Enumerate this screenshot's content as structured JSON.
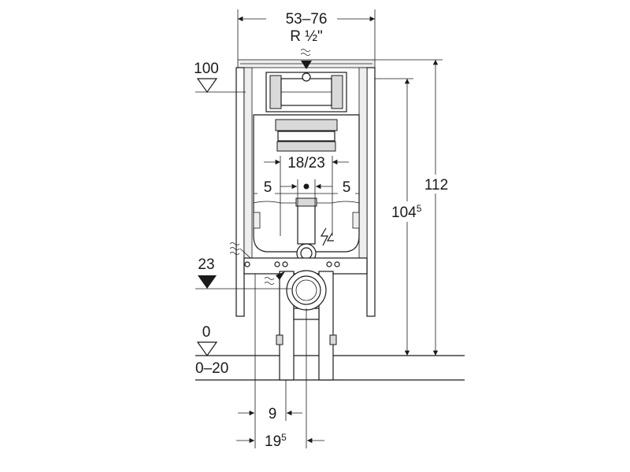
{
  "dimensions": {
    "frame_width": "53–76",
    "connection": "R ½\"",
    "level_top": "100",
    "level_mid": "23",
    "level_floor": "0",
    "floor_range": "0–20",
    "height_total": "112",
    "height_frame_main": "104",
    "height_frame_sup": "5",
    "anchor_spacing": "18/23",
    "offset_left": "5",
    "offset_right": "5",
    "bottom_9": "9",
    "bottom_19_main": "19",
    "bottom_19_sup": "5"
  },
  "colors": {
    "line": "#1a1a1a",
    "fill": "#d9d9d9",
    "background": "#ffffff"
  }
}
